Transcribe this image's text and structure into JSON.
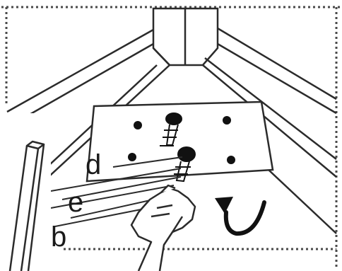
{
  "diagram": {
    "part_labels": {
      "d": "d",
      "e": "e",
      "b": "b"
    },
    "colors": {
      "line": "#2b2b2b",
      "dotted_border": "#4a4a4a",
      "hole_fill": "#111111",
      "background": "#ffffff"
    },
    "icons": [
      "rotation-arrow-icon",
      "hand-icon",
      "screw-icon"
    ]
  }
}
